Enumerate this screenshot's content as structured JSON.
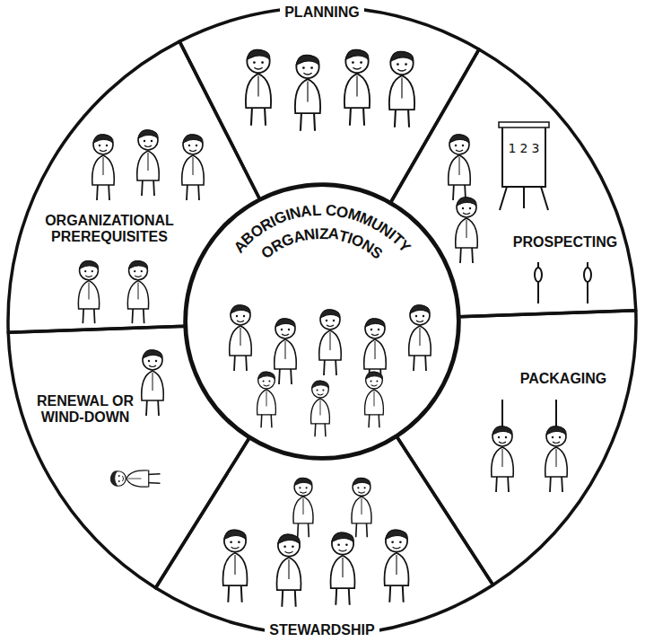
{
  "diagram": {
    "nodes": [
      {
        "text": [
          "ABORIGINAL COMMUNITY ORGANIZATIONS"
        ]
      },
      {
        "text": [
          "PLANNING"
        ]
      },
      {
        "text": [
          "PROSPECTING"
        ]
      },
      {
        "text": [
          "PACKAGING"
        ]
      },
      {
        "text": [
          "STEWARDSHIP"
        ]
      },
      {
        "text": [
          "RENEWAL OR WIND-DOWN"
        ]
      },
      {
        "text": [
          "ORGANIZATIONAL PREREQUISITES"
        ]
      }
    ],
    "labels": [
      "1",
      "2",
      "3"
    ]
  }
}
